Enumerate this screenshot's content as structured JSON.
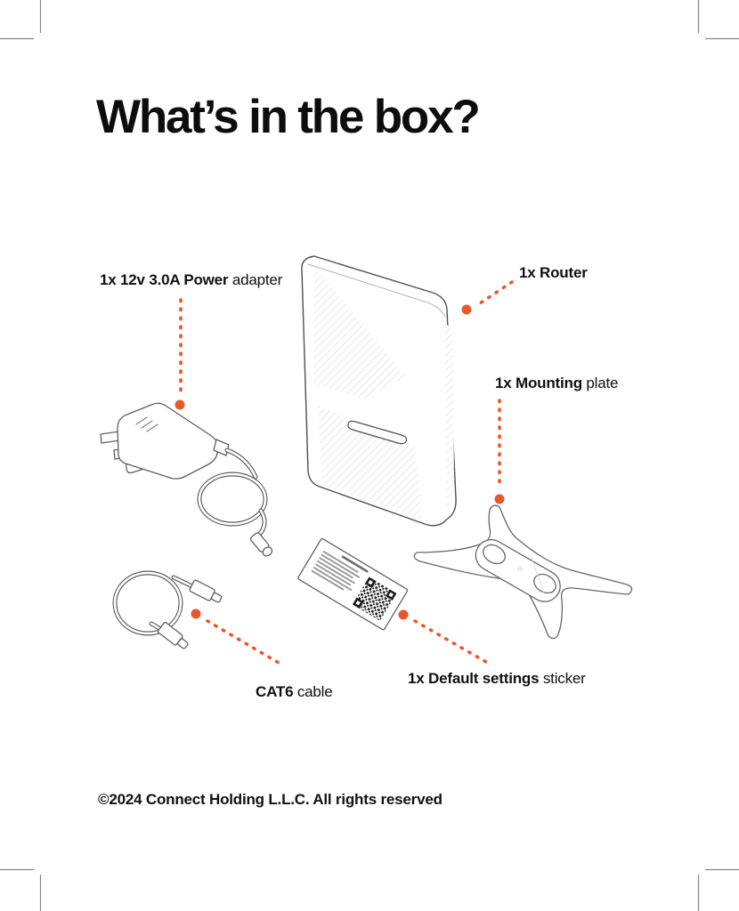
{
  "page": {
    "title": "What’s in the box?",
    "footer": "©2024 Connect Holding L.L.C. All rights reserved"
  },
  "labels": {
    "power_adapter": {
      "bold": "1x 12v 3.0A Power",
      "rest": " adapter"
    },
    "router": {
      "bold": "1x Router",
      "rest": ""
    },
    "mounting_plate": {
      "bold": "1x Mounting",
      "rest": " plate"
    },
    "cat6_cable": {
      "bold": "CAT6",
      "rest": " cable"
    },
    "default_settings_sticker": {
      "bold": "1x Default settings",
      "rest": " sticker"
    }
  },
  "illustrations": {
    "items": [
      "router",
      "power-adapter",
      "cat6-cable",
      "mounting-plate",
      "default-settings-sticker"
    ]
  },
  "colors": {
    "accent_orange": "#E9582B",
    "line_art_gray": "#5F5F5F",
    "crop_mark_gray": "#878787",
    "text_black": "#111111"
  }
}
